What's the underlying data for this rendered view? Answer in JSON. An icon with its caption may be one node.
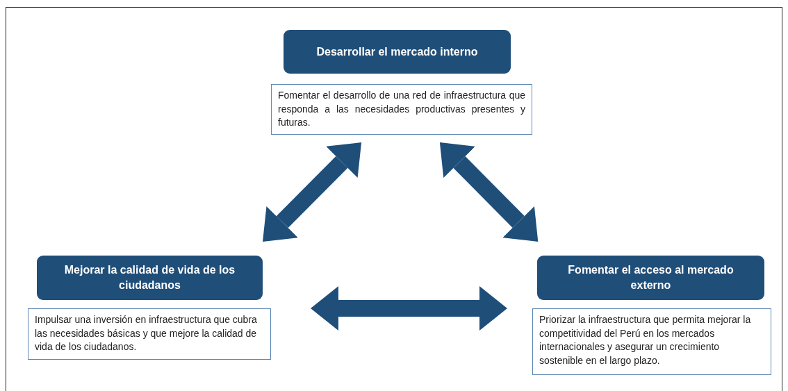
{
  "diagram": {
    "nodes": [
      {
        "text": [
          "Desarrollar el mercado interno"
        ]
      },
      {
        "text": [
          "Fomentar el desarrollo de una red de infraestructura que responda a las necesidades productivas presentes y futuras."
        ]
      },
      {
        "text": [
          "Mejorar la calidad de vida de los ciudadanos"
        ]
      },
      {
        "text": [
          "Impulsar una inversión en infraestructura que cubra las necesidades básicas y que mejore la calidad de vida de los ciudadanos."
        ]
      },
      {
        "text": [
          "Fomentar el acceso al mercado externo"
        ]
      },
      {
        "text": [
          "Priorizar la infraestructura que permita mejorar la competitividad del Perú en los mercados internacionales y asegurar un crecimiento sostenible en el largo plazo."
        ]
      }
    ],
    "edges": [
      {
        "from": 1,
        "to": 2,
        "arrow": "both"
      },
      {
        "from": 1,
        "to": 4,
        "arrow": "both"
      },
      {
        "from": 3,
        "to": 5,
        "arrow": "both"
      }
    ]
  }
}
